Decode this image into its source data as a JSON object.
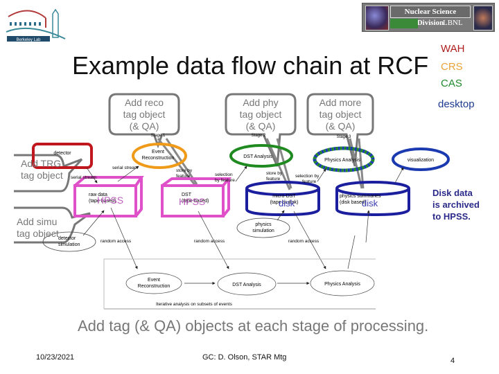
{
  "logos": {
    "berkeley_lab": "Berkeley Lab",
    "nsd_title": "Nuclear Science Division",
    "nsd_sub": "LBNL"
  },
  "title": "Example data flow chain at RCF",
  "legend": {
    "wah": {
      "label": "WAH",
      "color": "#b01c1c"
    },
    "crs": {
      "label": "CRS",
      "color": "#e8a33a"
    },
    "cas": {
      "label": "CAS",
      "color": "#1f8a2a"
    },
    "desktop": {
      "label": "desktop",
      "color": "#1c3a8e"
    }
  },
  "callouts": {
    "reco": [
      "Add reco",
      "tag object",
      "(& QA)"
    ],
    "phy": [
      "Add phy",
      "tag object",
      "(& QA)"
    ],
    "more": [
      "Add more",
      "tag object",
      "(& QA)"
    ],
    "trg": [
      "Add TRG",
      "tag object"
    ],
    "simu": [
      "Add simu",
      "tag object"
    ]
  },
  "diagram": {
    "stages": [
      "Stage 1",
      "Stage 2",
      "Stage 3"
    ],
    "nodes": {
      "detector": "detector",
      "event_reco": [
        "Event",
        "Reconstruction"
      ],
      "dst_analysis": "DST Analysis",
      "physics_analysis": "Physics Analysis",
      "visualization": "visualization",
      "raw_data": [
        "raw data",
        "(tape based)"
      ],
      "dst": [
        "DST",
        "(tape based)"
      ],
      "micro_dst": [
        "micro-DST",
        "(tape or disk)"
      ],
      "physics_summaries": [
        "physics summaries",
        "(disk based)"
      ],
      "detector_simulation": [
        "detector",
        "simulation"
      ],
      "physics_simulation": [
        "physics",
        "simulation"
      ],
      "iter_event_reco": [
        "Event",
        "Reconstruction"
      ],
      "iter_dst": "DST Analysis",
      "iter_physics": "Physics Analysis"
    },
    "edge_labels": {
      "serial_stream_1": "serial stream",
      "serial_stream_2": "serial stream",
      "store_by_feature_1": [
        "store by",
        "feature"
      ],
      "store_by_feature_2": [
        "store by",
        "feature"
      ],
      "selection_by_feature_1": [
        "selection",
        "by feature"
      ],
      "selection_by_feature_2": [
        "selection by",
        "feature"
      ],
      "random_access_1": "random access",
      "random_access_2": "random access",
      "random_access_3": "random access"
    },
    "storage_overlays": {
      "raw": "HPSS",
      "dst": "HPSS",
      "micro": "disk",
      "summaries": "disk"
    },
    "iterative_caption": "Iterative analysis on subsets of events"
  },
  "archive_note": [
    "Disk data",
    "is archived",
    "to HPSS."
  ],
  "bottom_caption": "Add tag (& QA) objects at each stage of processing.",
  "footer": {
    "date": "10/23/2021",
    "center": "GC: D. Olson, STAR Mtg",
    "page": "4"
  },
  "colors": {
    "wah": "#c0161d",
    "crs": "#f09a1a",
    "cas": "#1f8a1f",
    "desktop": "#1b1f9e",
    "hpss": "#e050c8",
    "callout": "#777777"
  }
}
